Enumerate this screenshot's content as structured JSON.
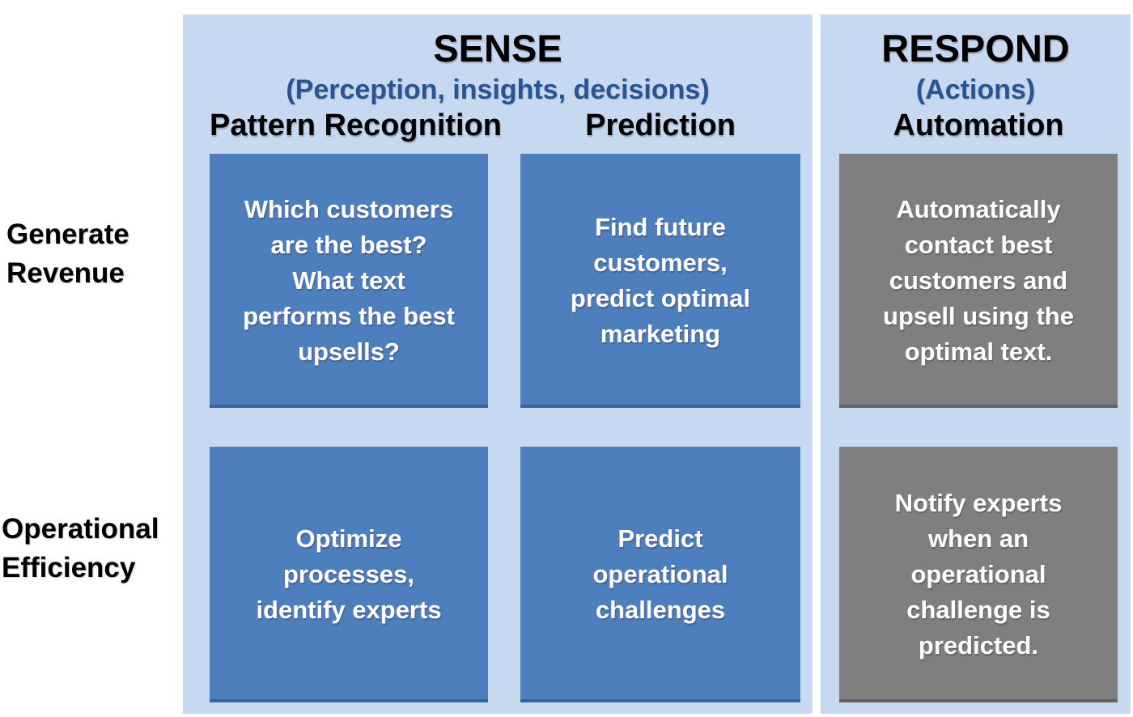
{
  "sense": {
    "title": "SENSE",
    "subtitle": "(Perception, insights, decisions)",
    "columns": {
      "pattern_recognition": "Pattern Recognition",
      "prediction": "Prediction"
    }
  },
  "respond": {
    "title": "RESPOND",
    "subtitle": "(Actions)",
    "columns": {
      "automation": "Automation"
    }
  },
  "rows": {
    "generate_revenue": "Generate\nRevenue",
    "operational_efficiency": "Operational\nEfficiency"
  },
  "cells": {
    "generate_revenue": {
      "pattern_recognition": "Which customers\nare the best?\nWhat text\nperforms the best\nupsells?",
      "prediction": "Find future\ncustomers,\npredict optimal\nmarketing",
      "automation": "Automatically\ncontact best\ncustomers and\nupsell using the\noptimal text."
    },
    "operational_efficiency": {
      "pattern_recognition": "Optimize\nprocesses,\nidentify experts",
      "prediction": "Predict\noperational\nchallenges",
      "automation": "Notify experts\nwhen an\noperational\nchallenge is\npredicted."
    }
  },
  "colors": {
    "panel_bg": "#c6d9f1",
    "sense_box": "#4d7ebd",
    "respond_box": "#7f7f7f",
    "subtitle_text": "#2a5490",
    "box_text": "#ffffff",
    "header_text": "#000000"
  }
}
